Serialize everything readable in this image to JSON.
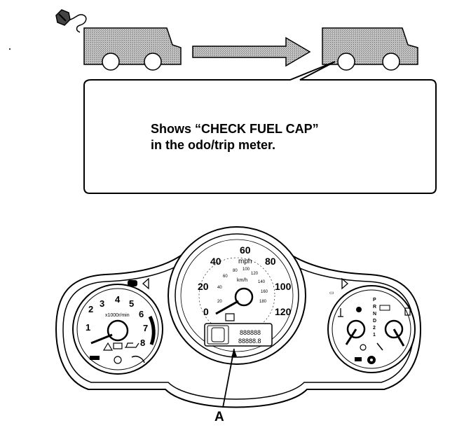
{
  "callout": {
    "line1": "Shows “CHECK FUEL CAP”",
    "line2": "in the odo/trip meter."
  },
  "pointer_label": "A",
  "speedometer": {
    "mph_label": "mph",
    "kmh_label": "km/h",
    "mph_ticks": [
      "0",
      "20",
      "40",
      "60",
      "80",
      "100",
      "120"
    ],
    "kmh_ticks": [
      "20",
      "40",
      "60",
      "80",
      "100",
      "120",
      "140",
      "160",
      "180"
    ]
  },
  "tachometer": {
    "unit_label": "x1000r/min",
    "ticks": [
      "1",
      "2",
      "3",
      "4",
      "5",
      "6",
      "7",
      "8"
    ]
  },
  "display": {
    "line1": "888888",
    "line2": "88888.8"
  },
  "gear_indicator": [
    "P",
    "R",
    "N",
    "D",
    "2",
    "1"
  ],
  "icons": [
    "fuel-cap-icon",
    "car-icon",
    "arrow-icon",
    "check-engine-icon",
    "turn-signal-icon",
    "battery-icon",
    "oil-icon",
    "warning-triangle-icon",
    "seatbelt-icon",
    "fuel-pump-icon",
    "temperature-icon"
  ],
  "colors": {
    "car_fill": "#b8b8b8",
    "ink": "#000000",
    "background": "#ffffff"
  }
}
